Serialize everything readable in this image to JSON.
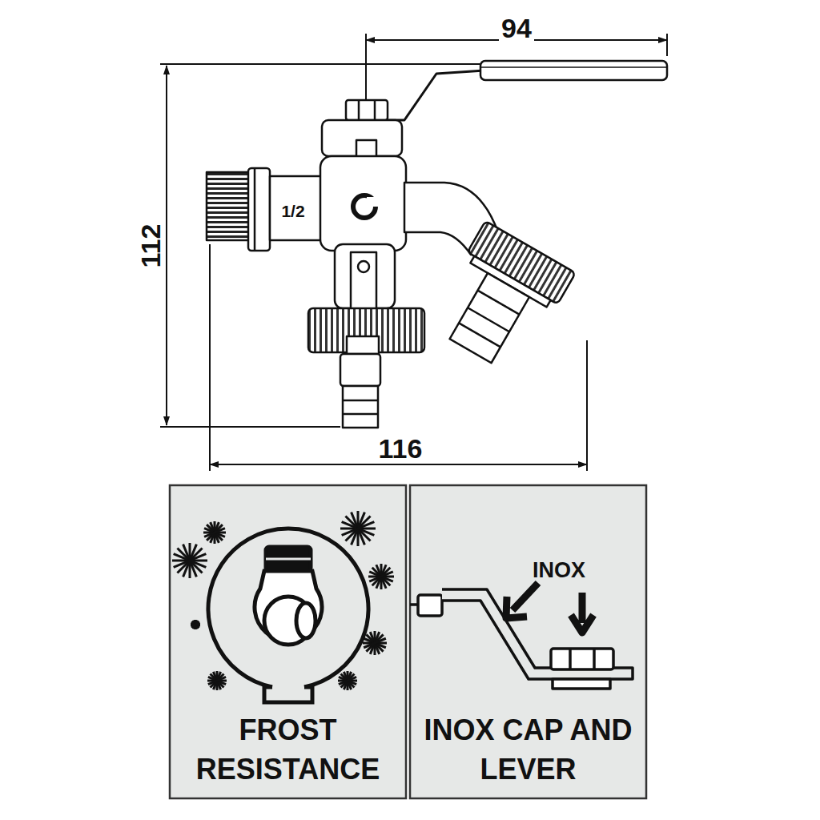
{
  "diagram": {
    "nodes": [
      {
        "text": [
          "FROST RESISTANCE"
        ]
      },
      {
        "text": [
          "INOX",
          "INOX CAP AND LEVER"
        ]
      }
    ],
    "labels": [
      "94",
      "112",
      "1/2",
      "116"
    ]
  }
}
